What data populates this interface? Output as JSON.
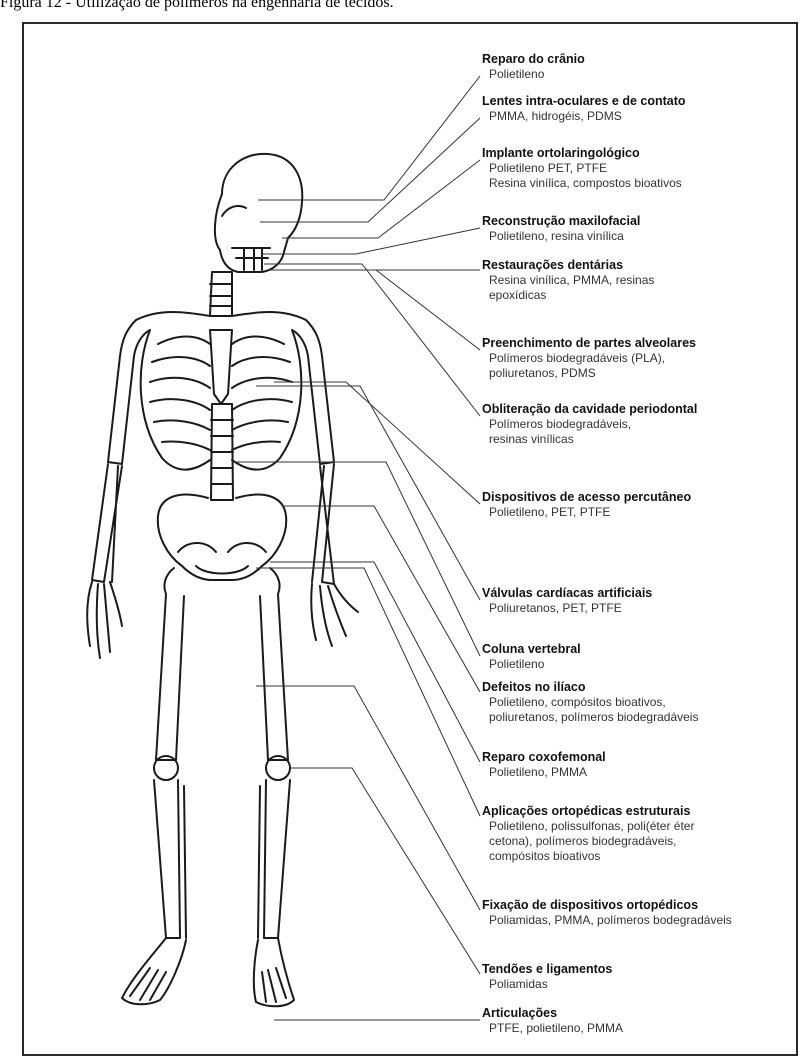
{
  "caption": "Figura 12 - Utilização de polímeros na engenharia de tecidos.",
  "labels": [
    {
      "title": "Reparo do crânio",
      "lines": [
        "Polietileno"
      ]
    },
    {
      "title": "Lentes intra-oculares e de contato",
      "lines": [
        "PMMA, hidrogéis, PDMS"
      ]
    },
    {
      "title": "Implante ortolaringológico",
      "lines": [
        "Polietileno PET, PTFE",
        "Resina vinílica, compostos bioativos"
      ]
    },
    {
      "title": "Reconstrução maxilofacial",
      "lines": [
        "Polietileno, resina vinílica"
      ]
    },
    {
      "title": "Restaurações dentárias",
      "lines": [
        "Resina vinílica, PMMA, resinas",
        "epoxídicas"
      ]
    },
    {
      "title": "Preenchimento de partes alveolares",
      "lines": [
        "Polímeros biodegradáveis (PLA),",
        "poliuretanos, PDMS"
      ]
    },
    {
      "title": "Obliteração da cavidade periodontal",
      "lines": [
        "Polímeros biodegradáveis,",
        "resinas vinílicas"
      ]
    },
    {
      "title": "Dispositivos de acesso percutâneo",
      "lines": [
        "Polietileno, PET, PTFE"
      ]
    },
    {
      "title": "Válvulas cardíacas artificiais",
      "lines": [
        "Poliuretanos, PET, PTFE"
      ]
    },
    {
      "title": "Coluna vertebral",
      "lines": [
        "Polietileno"
      ]
    },
    {
      "title": "Defeitos no ilíaco",
      "lines": [
        "Polietileno, compósitos bioativos,",
        "poliuretanos, polímeros biodegradáveis"
      ]
    },
    {
      "title": "Reparo coxofemonal",
      "lines": [
        "Polietileno, PMMA"
      ]
    },
    {
      "title": "Aplicações ortopédicas estruturais",
      "lines": [
        "Polietileno, polissulfonas, poli(éter éter",
        "cetona), polímeros biodegradáveis,",
        "compósitos bioativos"
      ]
    },
    {
      "title": "Fixação de dispositivos ortopédicos",
      "lines": [
        "Poliamidas, PMMA, polímeros bodegradáveis"
      ]
    },
    {
      "title": "Tendões e ligamentos",
      "lines": [
        "Poliamidas"
      ]
    },
    {
      "title": "Articulações",
      "lines": [
        "PTFE, polietileno, PMMA"
      ]
    }
  ]
}
